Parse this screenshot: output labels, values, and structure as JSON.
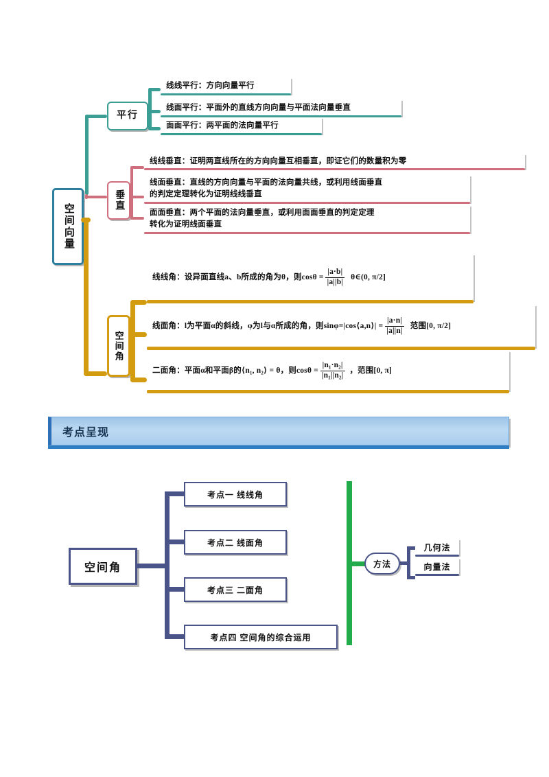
{
  "top_map": {
    "root_label": "空间向量",
    "branches": [
      {
        "key": "parallel",
        "label": "平行",
        "color": "#3a9e95",
        "items": [
          "线线平行：方向向量平行",
          "线面平行：平面外的直线方向向量与平面法向量垂直",
          "面面平行：两平面的法向量平行"
        ]
      },
      {
        "key": "perpendicular",
        "label": "垂直",
        "color": "#cf6f7d",
        "items": [
          "线线垂直：证明两直线所在的方向向量互相垂直，即证它们的数量积为零",
          "线面垂直：直线的方向向量与平面的法向量共线，或利用线面垂直\n        的判定定理转化为证明线线垂直",
          "面面垂直：两个平面的法向量垂直，或利用面面垂直的判定定理\n        转化为证明线面垂直"
        ]
      },
      {
        "key": "space_angle",
        "label": "空间角",
        "color": "#d39b10",
        "items": [
          {
            "lead": "线线角：",
            "body": "设异面直线a、b所成的角为θ，则cosθ =",
            "fraction_num": "|a·b|",
            "fraction_den": "|a||b|",
            "tail": "θ∈(0, π/2]"
          },
          {
            "lead": "线面角：",
            "body": "l为平面α的斜线，φ为l与α所成的角，则sinφ=|cos⟨a,n⟩| =",
            "fraction_num": "|a·n|",
            "fraction_den": "|a||n|",
            "tail": "范围[0, π/2]"
          },
          {
            "lead": "二面角：",
            "body": "平面α和平面β的⟨n₁, n₂⟩ = θ，则cosθ =",
            "fraction_num": "|n₁·n₂|",
            "fraction_den": "|n₁||n₂|",
            "tail": "，范围[0, π]"
          }
        ]
      }
    ]
  },
  "banner": {
    "title": "考点呈现",
    "accent": "#2f7ec4"
  },
  "bottom_map": {
    "root_label": "空间角",
    "spine_color": "#22ab4b",
    "node_color": "#4a5488",
    "points": [
      "考点一  线线角",
      "考点二  线面角",
      "考点三  二面角",
      "考点四  空间角的综合运用"
    ],
    "method": {
      "label": "方法",
      "options": [
        "几何法",
        "向量法"
      ]
    }
  }
}
